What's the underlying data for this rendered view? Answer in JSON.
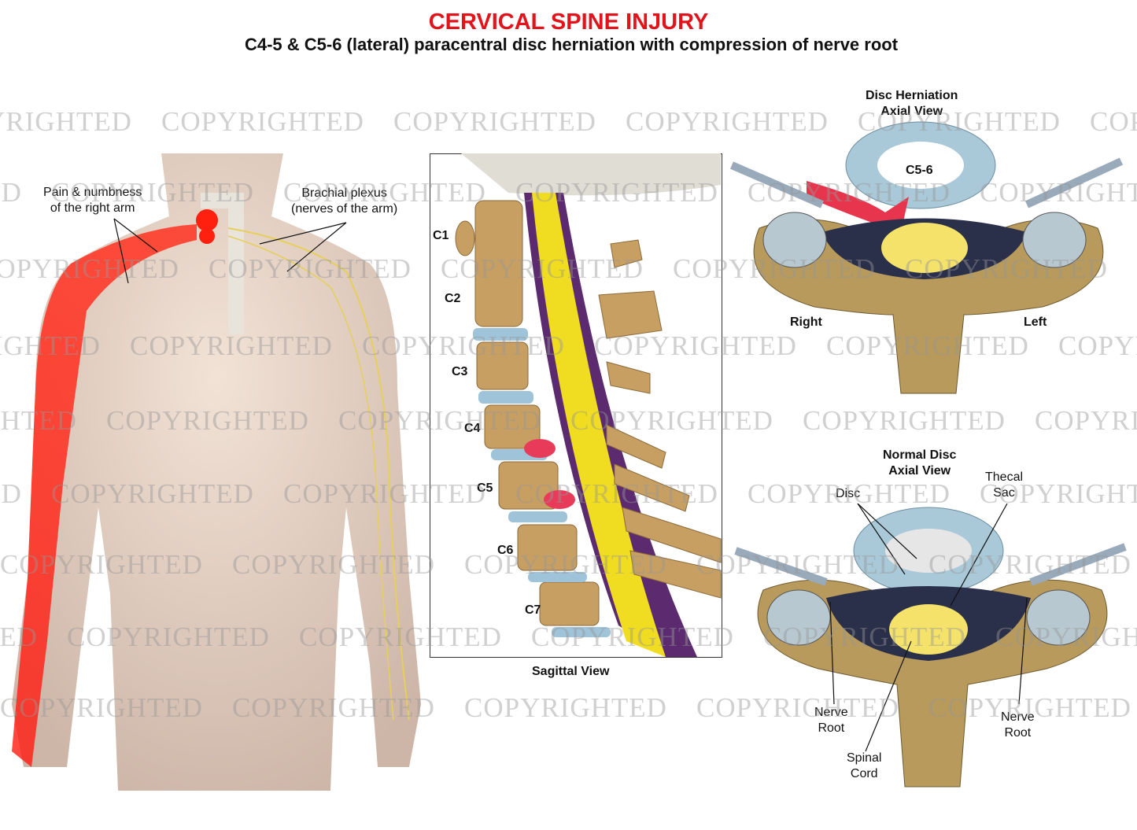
{
  "header": {
    "title": "CERVICAL SPINE INJURY",
    "subtitle": "C4-5 & C5-6 (lateral) paracentral disc herniation with compression of nerve root"
  },
  "body_figure": {
    "label_pain": "Pain & numbness\nof the right arm",
    "label_plexus": "Brachial plexus\n(nerves of the arm)"
  },
  "sagittal": {
    "caption": "Sagittal View",
    "vertebrae": [
      "C1",
      "C2",
      "C3",
      "C4",
      "C5",
      "C6",
      "C7"
    ]
  },
  "axial_herniation": {
    "title": "Disc Herniation\nAxial View",
    "disc_label": "C5-6",
    "right": "Right",
    "left": "Left"
  },
  "axial_normal": {
    "title": "Normal Disc\nAxial View",
    "disc": "Disc",
    "thecal_sac": "Thecal\nSac",
    "nerve_root_right": "Nerve\nRoot",
    "nerve_root_left": "Nerve\nRoot",
    "spinal_cord": "Spinal\nCord"
  },
  "watermark": "COPYRIGHTED",
  "colors": {
    "title_red": "#e3131b",
    "bone": "#c9a86a",
    "disc": "#a9c8d8",
    "cord": "#f3e23a",
    "pain": "#ff2a1a"
  }
}
